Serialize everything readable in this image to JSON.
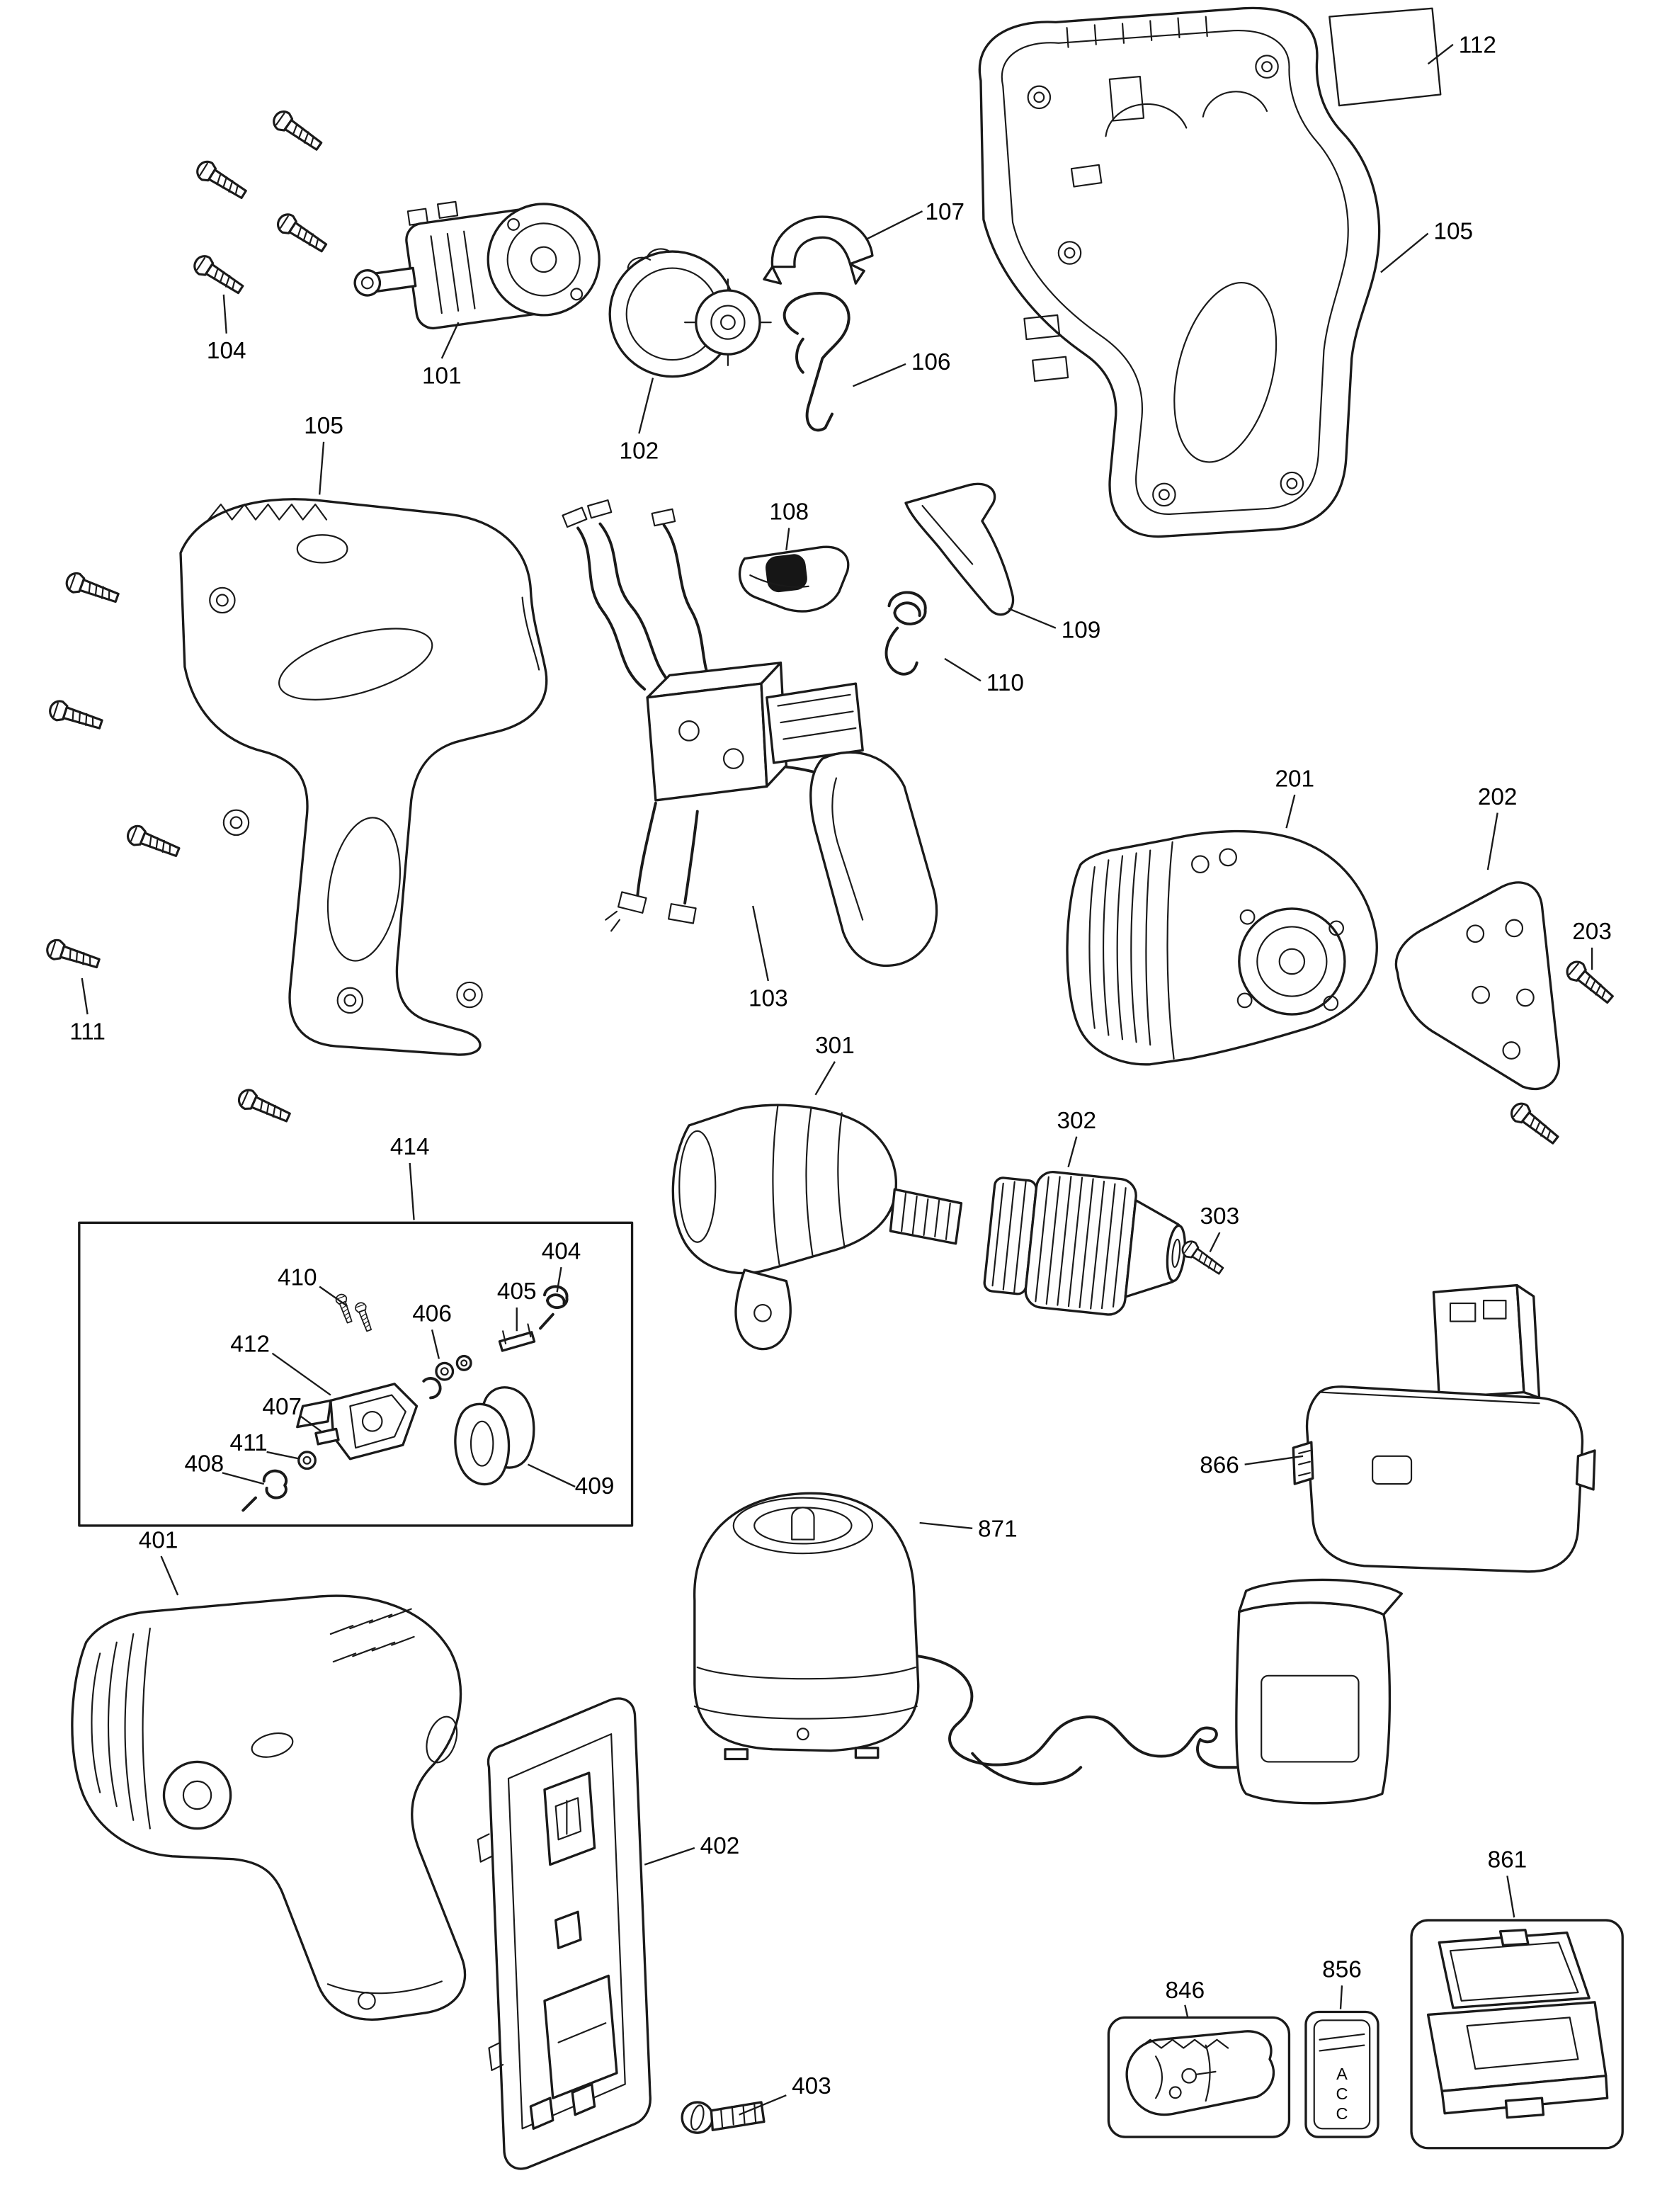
{
  "diagram": {
    "type": "exploded-parts-diagram",
    "labels": {
      "l101": "101",
      "l102": "102",
      "l103": "103",
      "l104": "104",
      "l105a": "105",
      "l105b": "105",
      "l106": "106",
      "l107": "107",
      "l108": "108",
      "l109": "109",
      "l110": "110",
      "l111": "111",
      "l112": "112",
      "l201": "201",
      "l202": "202",
      "l203": "203",
      "l301": "301",
      "l302": "302",
      "l303": "303",
      "l401": "401",
      "l402": "402",
      "l403": "403",
      "l404": "404",
      "l405": "405",
      "l406": "406",
      "l407": "407",
      "l408": "408",
      "l409": "409",
      "l410": "410",
      "l411": "411",
      "l412": "412",
      "l414": "414",
      "l846": "846",
      "l856": "856",
      "l861": "861",
      "l866": "866",
      "l871": "871",
      "acc": "ACC"
    }
  }
}
